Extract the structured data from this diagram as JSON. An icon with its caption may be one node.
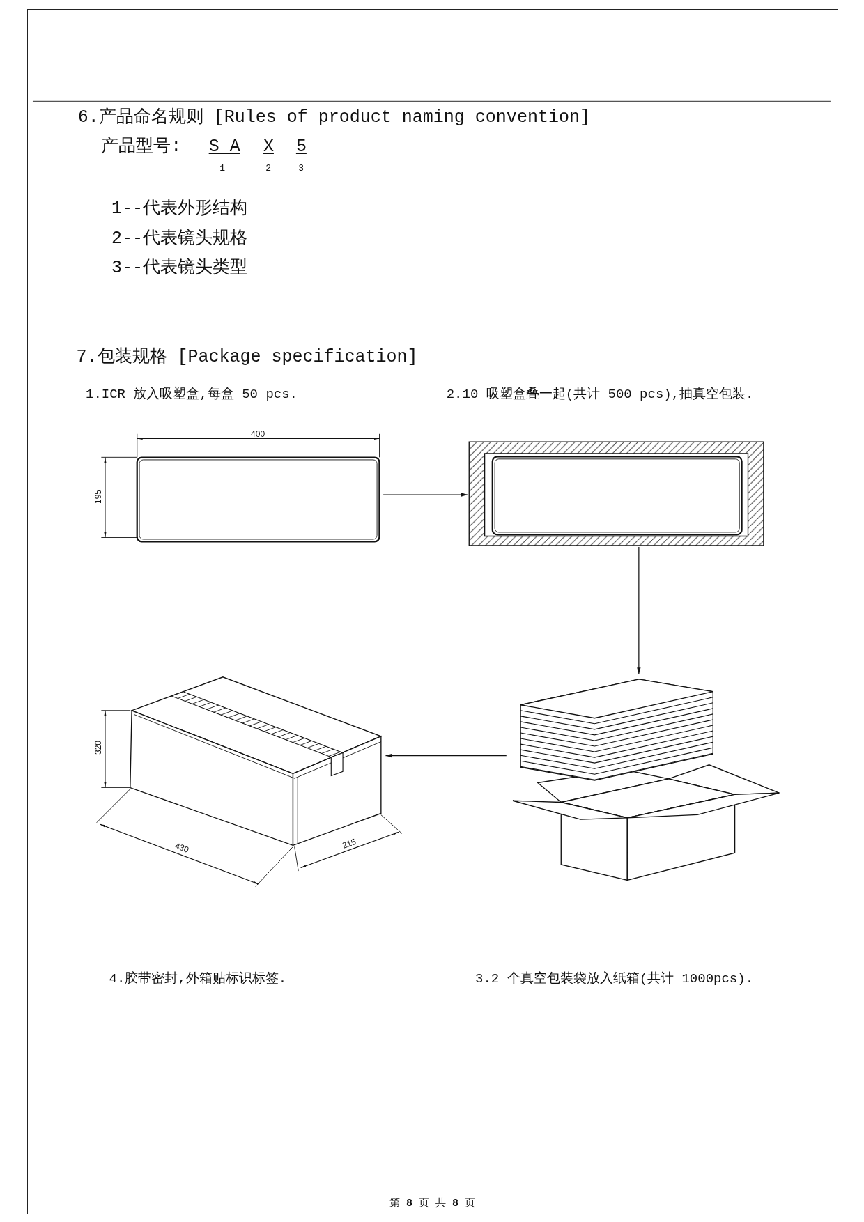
{
  "diagram": {
    "nodes": [
      {
        "text": [],
        "shape": "box"
      },
      {
        "text": [],
        "shape": "picture"
      },
      {
        "text": [],
        "shape": "picture"
      },
      {
        "text": [],
        "shape": "picture"
      }
    ],
    "edges": [
      {
        "from": 0,
        "to": 1,
        "arrow": "to"
      },
      {
        "from": 1,
        "to": 2,
        "arrow": "to"
      },
      {
        "from": 2,
        "to": 3,
        "arrow": "to"
      }
    ],
    "labels": [
      "6.产品命名规则 [Rules of product naming convention]",
      "产品型号:",
      "S A",
      "X",
      "5",
      "1",
      "2",
      "3",
      "1--代表外形结构",
      "2--代表镜头规格",
      "3--代表镜头类型",
      "7.包装规格 [Package specification]",
      "1.ICR 放入吸塑盒,每盒 50 pcs.",
      "2.10 吸塑盒叠一起(共计 500 pcs),抽真空包装.",
      "400",
      "195",
      "320",
      "430",
      "215",
      "4.胶带密封,外箱贴标识标签.",
      "3.2 个真空包装袋放入纸箱(共计 1000pcs).",
      "第 **8** 页 共 **8** 页"
    ]
  }
}
